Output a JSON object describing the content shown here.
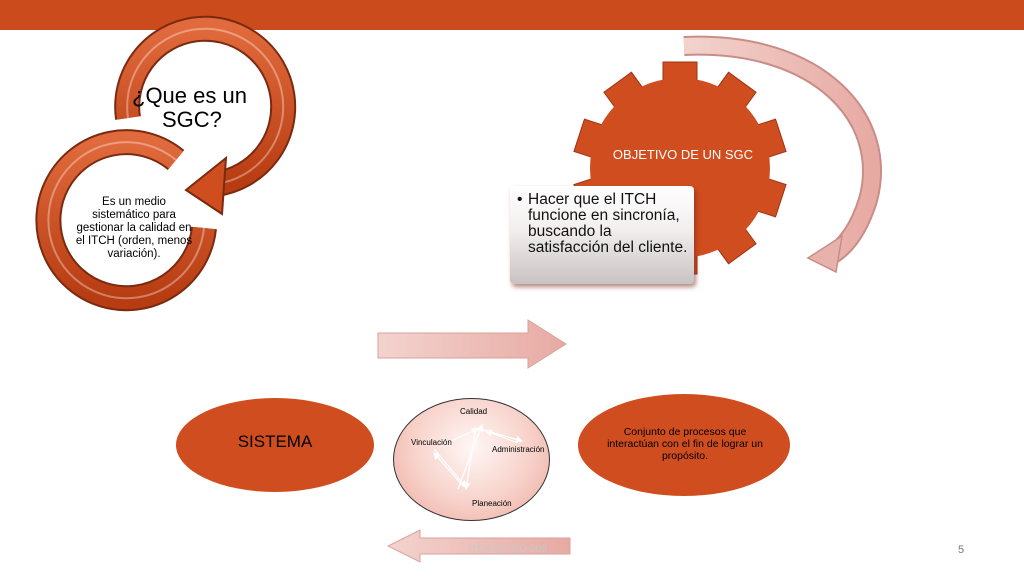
{
  "colors": {
    "accent": "#cc4b1c",
    "pink": "#e8b2ac"
  },
  "question": {
    "line1": "¿Que es un",
    "line2": "SGC?"
  },
  "definition": "Es un medio sistemático para gestionar la calidad en el ITCH (orden, menos variación).",
  "gear": {
    "title": "OBJETIVO DE UN SGC"
  },
  "objective": {
    "bullet": "•",
    "text": "Hacer que el ITCH funcione en sincronía, buscando la satisfacción del cliente."
  },
  "sistema": {
    "label": "SISTEMA"
  },
  "conjunto": {
    "text": "Conjunto de procesos que interactúan con el fin de lograr un propósito."
  },
  "components": {
    "calidad": "Calidad",
    "vinculacion": "Vinculación",
    "administracion": "Administración",
    "planeacion": "Planeación"
  },
  "footer": {
    "code": "ITCH-CA-DO-008",
    "page": "5"
  }
}
